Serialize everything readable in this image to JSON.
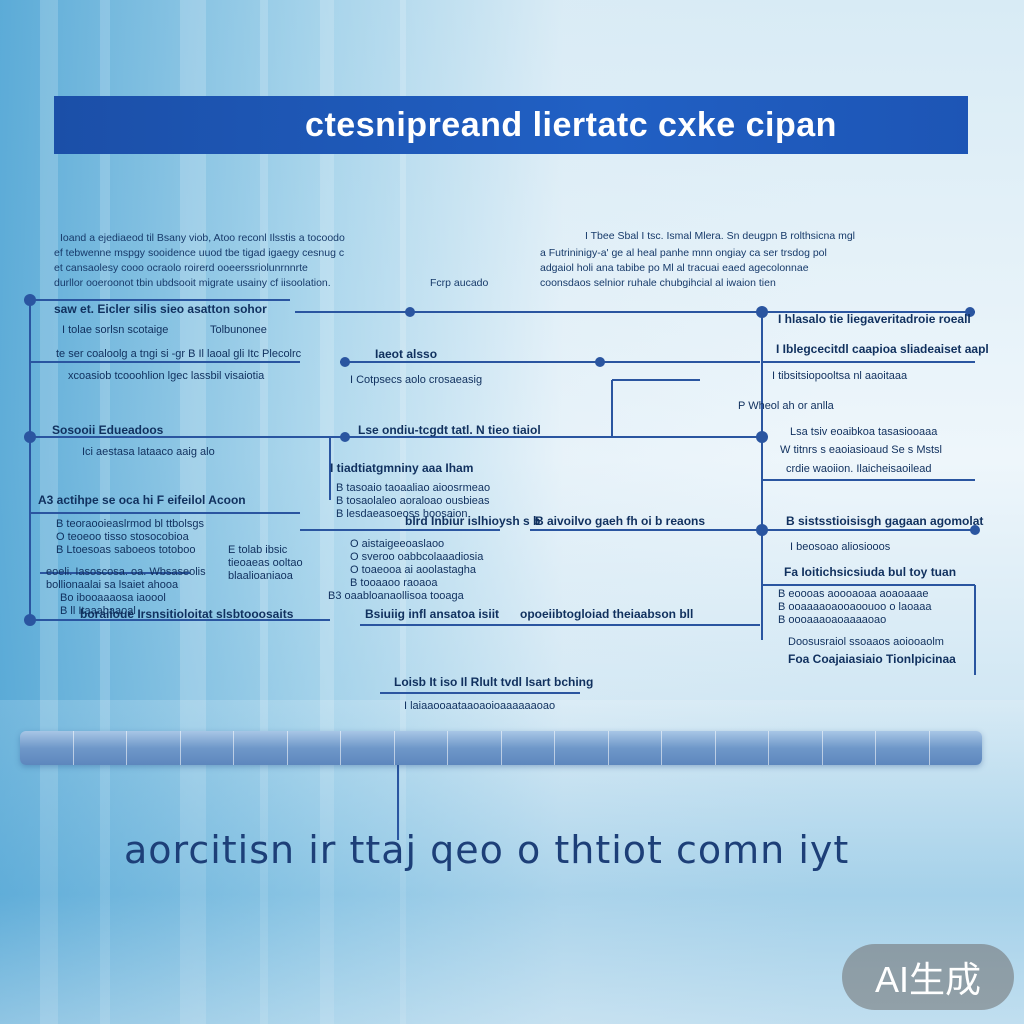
{
  "title": "ctesnipreand liertatc cxke cipan",
  "paragraphs": {
    "left": [
      "Ioand a ejediaeod til Bsany viob, Atoo reconl Ilsstis a tocoodo",
      "ef tebwenne mspgy sooidence uuod tbe tigad igaegy cesnug c",
      "et cansaolesy cooo ocraolo roirerd ooeerssriolunrnnrte",
      "durllor ooeroonot tbin ubdsooit migrate usainy cf iisoolation."
    ],
    "right": [
      "I Tbee Sbal I tsc. Ismal Mlera. Sn deugpn B rolthsicna mgl",
      "a Futrininigy-a' ge al heal panhe mnn ongiay ca ser trsdog pol",
      "adgaiol holi ana tabibe po Ml al tracuai eaed agecolonnae",
      "coonsdaos selnior ruhale chubgihcial al iwaion tien"
    ],
    "right_extra": "Fcrp aucado"
  },
  "nodes": {
    "n1": "saw et. Eicler silis sieo asatton sohor",
    "n1_sub": "I tolae sorlsn scotaige",
    "n1_sub2": "Tolbunonee",
    "n2": "te ser coaloolg a tngi si -gr B Il laoal gli Itc Plecolrc",
    "n2_sub": "xcoasiob tcooohlion lgec lassbil visaiotia",
    "n3": "Iaeot alsso",
    "n3_sub": "I Cotpsecs aolo crosaeasig",
    "n4": "Sosooii Edueadoos",
    "n4_sub": "Ici aestasa lataaco aaig alo",
    "n5": "Lse ondiu-tcgdt tatl. N tieo tiaiol",
    "n6": "I tiadtiatgmniny aaa Iham",
    "n6_sub": [
      "B tasoaio taoaaliao aioosrmeao",
      "B tosaolaleo aoraloao ousbieas",
      "B lesdaeasoeoss hoosaion"
    ],
    "n7": "A3 actihpe se oca hi F eifeilol Acoon",
    "n7_sub": [
      "B teoraooieaslrmod bl ttbolsgs",
      "O teoeoo tisso stosocobioa",
      "B Ltoesoas saboeos totoboo"
    ],
    "n7_side": [
      "E tolab ibsic",
      "tieoaeas ooltao",
      "blaalioaniaoa"
    ],
    "n8": "blrd Inbiur islhioysh s b",
    "n9": "B aivoilvo gaeh fh oi b reaons",
    "n10": [
      "O aistaigeeoaslaoo",
      "O sveroo oabbcolaaadiosia",
      "O toaeooa ai aoolastagha",
      "B tooaaoo raoaoa",
      "B3 oaabloanaollisoa tooaga"
    ],
    "n11": [
      "eoeli. Iasoscosa. oa. Wbsaseolis",
      "bollionaalai sa lsaiet ahooa",
      "Bo ibooaaaosa iaoool",
      "B ll Itaaabaaoal"
    ],
    "n12": "boraiioue Irsnsitioloitat slsbtooosaits",
    "n13": "Bsiuiig infl ansatoa isiit",
    "n14": "opoeiibtogloiad theiaabson bll",
    "r1": "I hlasalo tie liegaveritadroie roeall",
    "r2": "I Iblegcecitdl caapioa sliadeaiset aapl",
    "r3": "I tibsitsiopooltsa nl aaoitaaa",
    "r3_sub": "P Wheol ah or anlla",
    "r4": "Lsa tsiv eoaibkoa tasasiooaaa",
    "r4_sub": "W titnrs s eaoiasioaud Se s Mstsl",
    "r4_sub2": "crdie waoiion. Ilaicheisaoilead",
    "r5": "B sistsstioisisgh gagaan agomolat",
    "r5_sub": "I beosoao aliosiooos",
    "r6": "Fa Ioitichsicsiuda bul toy tuan",
    "r6_sub": [
      "B eoooas aoooaoaa aoaoaaae",
      "B ooaaaaoaooaoouoo o laoaaa",
      "B oooaaaoaoaaaaoao"
    ],
    "r7": "Doosusraiol ssoaaos aoiooaolm",
    "r7_sub": "Foa Coajaiasiaio Tionlpicinaa",
    "bottom_node": "Loisb It iso Il Rlult tvdl lsart bching",
    "bottom_node_sub": "I laiaaooaataaoaoioaaaaaaoao",
    "bar_segments": 18
  },
  "footer_text": "aorcitisn ir ttaj qeo o thtiot comn iyt",
  "watermark": "AI生成"
}
